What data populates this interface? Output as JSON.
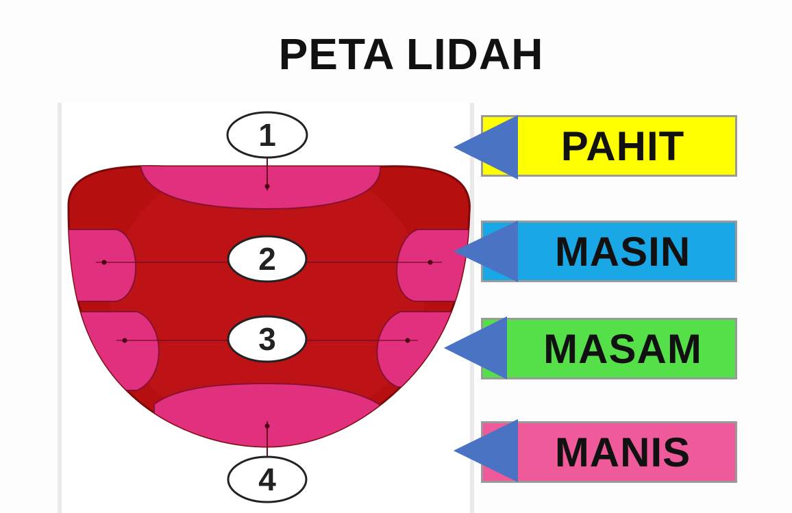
{
  "title": "PETA LIDAH",
  "zones": [
    {
      "number": "1",
      "label": "PAHIT",
      "color": "#ffff00"
    },
    {
      "number": "2",
      "label": "MASIN",
      "color": "#1aa7e6"
    },
    {
      "number": "3",
      "label": "MASAM",
      "color": "#55e04a"
    },
    {
      "number": "4",
      "label": "MANIS",
      "color": "#ee5a9a"
    }
  ],
  "colors": {
    "tongue_dark": "#b50f10",
    "tongue_mid": "#d0171a",
    "zone_pink": "#e0307e",
    "arrow": "#4b73c4"
  }
}
